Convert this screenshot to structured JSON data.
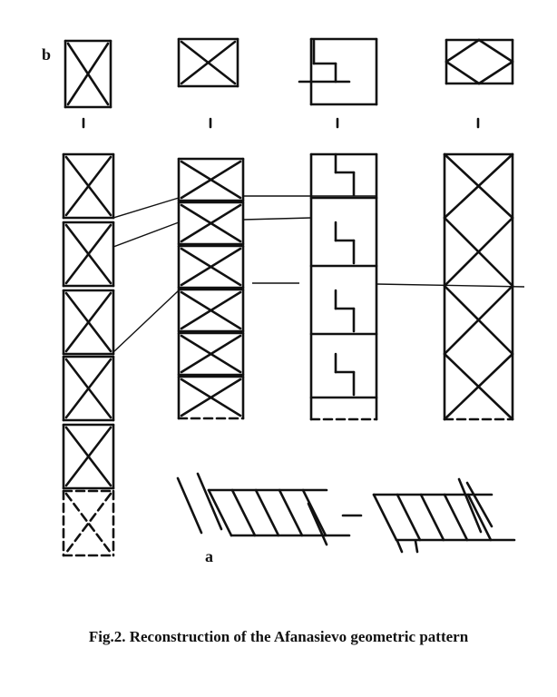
{
  "labels": {
    "b": "b",
    "a": "a"
  },
  "caption": "Fig.2. Reconstruction of the Afanasievo geometric pattern",
  "colors": {
    "ink": "#111111",
    "paper": "#ffffff"
  }
}
